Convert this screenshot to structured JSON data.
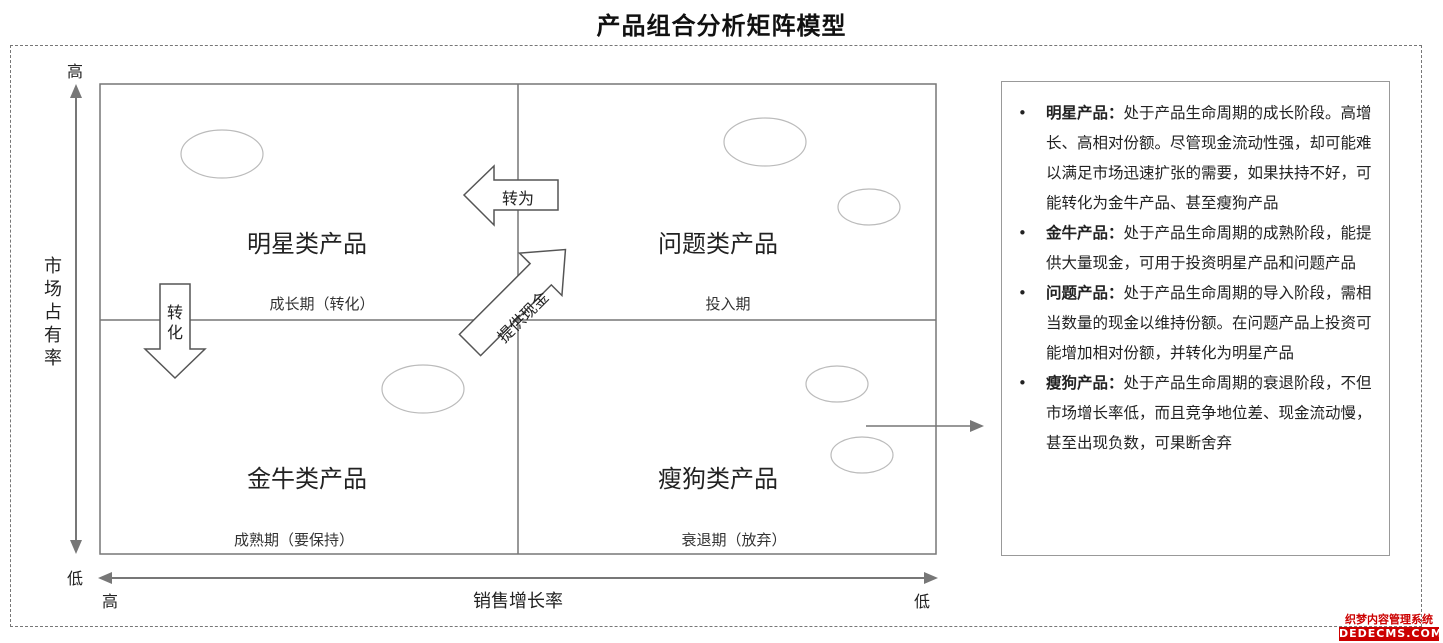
{
  "title": "产品组合分析矩阵模型",
  "axes": {
    "y_title": "市场占有率",
    "y_high": "高",
    "y_low": "低",
    "x_title": "销售增长率",
    "x_high": "高",
    "x_low": "低"
  },
  "quadrants": [
    {
      "name": "明星类产品",
      "stage": "成长期（转化）"
    },
    {
      "name": "问题类产品",
      "stage": "投入期"
    },
    {
      "name": "金牛类产品",
      "stage": "成熟期（要保持）"
    },
    {
      "name": "瘦狗类产品",
      "stage": "衰退期（放弃）"
    }
  ],
  "arrows": {
    "convert_left": "转为",
    "convert_down": "转化",
    "provide_cash": "提供现金"
  },
  "descriptions": [
    {
      "name": "明星产品：",
      "text": "处于产品生命周期的成长阶段。高增长、高相对份额。尽管现金流动性强，却可能难以满足市场迅速扩张的需要，如果扶持不好，可能转化为金牛产品、甚至瘦狗产品"
    },
    {
      "name": "金牛产品：",
      "text": "处于产品生命周期的成熟阶段，能提供大量现金，可用于投资明星产品和问题产品"
    },
    {
      "name": "问题产品：",
      "text": "处于产品生命周期的导入阶段，需相当数量的现金以维持份额。在问题产品上投资可能增加相对份额，并转化为明星产品"
    },
    {
      "name": "瘦狗产品：",
      "text": "处于产品生命周期的衰退阶段，不但市场增长率低，而且竞争地位差、现金流动慢，甚至出现负数，可果断舍弃"
    }
  ],
  "bullet": "•",
  "watermark": {
    "line1": "织梦内容管理系统",
    "line2": "DEDECMS.COM"
  },
  "colors": {
    "line": "#777777",
    "ellipse": "#bbbbbb"
  }
}
